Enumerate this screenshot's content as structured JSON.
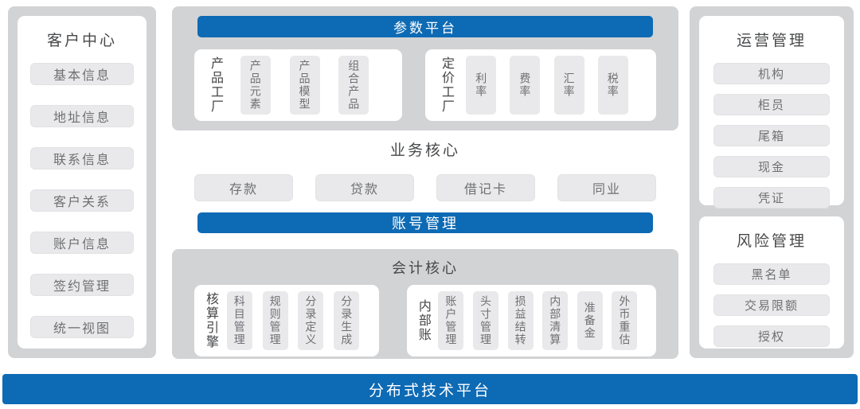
{
  "colors": {
    "blue": "#0d6ab4",
    "panel-gray": "#d2d3d5",
    "pill-gray": "#e9e9eb",
    "title-text": "#48494b",
    "item-text": "#6f7073",
    "label-text": "#444547"
  },
  "left_panel": {
    "title": "客户中心",
    "items": [
      "基本信息",
      "地址信息",
      "联系信息",
      "客户关系",
      "账户信息",
      "签约管理",
      "统一视图"
    ]
  },
  "middle": {
    "param_platform": {
      "title": "参数平台",
      "groups": [
        {
          "label": "产品工厂",
          "items": [
            "产品元素",
            "产品模型",
            "组合产品"
          ]
        },
        {
          "label": "定价工厂",
          "items": [
            "利率",
            "费率",
            "汇率",
            "税率"
          ]
        }
      ]
    },
    "business_core": {
      "title": "业务核心",
      "items": [
        "存款",
        "贷款",
        "借记卡",
        "同业"
      ]
    },
    "account_bar": {
      "title": "账号管理"
    },
    "accounting_core": {
      "title": "会计核心",
      "groups": [
        {
          "label": "核算引擎",
          "items": [
            "科目管理",
            "规则管理",
            "分录定义",
            "分录生成"
          ]
        },
        {
          "label": "内部账",
          "items": [
            "账户管理",
            "头寸管理",
            "损益结转",
            "内部清算",
            "准备金",
            "外币重估"
          ]
        }
      ]
    }
  },
  "right_panel": {
    "sections": [
      {
        "title": "运营管理",
        "items": [
          "机构",
          "柜员",
          "尾箱",
          "现金",
          "凭证"
        ]
      },
      {
        "title": "风险管理",
        "items": [
          "黑名单",
          "交易限额",
          "授权"
        ]
      }
    ]
  },
  "bottom_bar": {
    "title": "分布式技术平台"
  }
}
